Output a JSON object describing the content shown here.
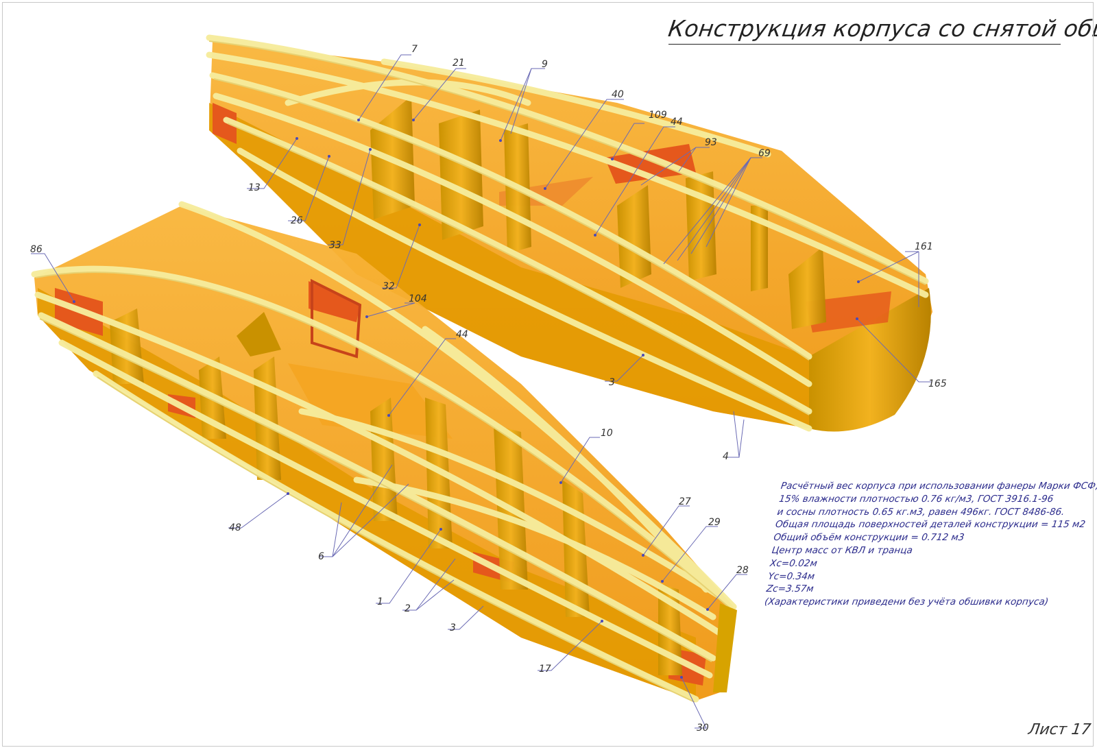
{
  "title": "Конструкция корпуса со снятой обшивкой",
  "sheet": "Лист 17",
  "notes": [
    "Расчётный вес корпуса при использовании фанеры Марки ФСФ,",
    "15% влажности плотностью 0.76 кг/м3, ГОСТ 3916.1-96",
    "и сосны плотность 0.65 кг.м3, равен 496кг. ГОСТ 8486-86.",
    "Общая площадь поверхностей деталей конструкции = 115 м2",
    "Общий объём конструкции = 0.712 м3",
    "Центр масс от КВЛ и транца",
    "Xc=0.02м",
    "Yc=0.34м",
    "Zc=3.57м",
    "(Характеристики приведени без учёта обшивки корпуса)"
  ],
  "callouts": [
    "7",
    "21",
    "9",
    "40",
    "109",
    "44",
    "93",
    "69",
    "13",
    "26",
    "33",
    "32",
    "161",
    "165",
    "3",
    "4",
    "86",
    "104",
    "44",
    "10",
    "48",
    "27",
    "29",
    "28",
    "6",
    "1",
    "2",
    "3",
    "17",
    "30"
  ],
  "colors": {
    "frame_light": "#f6ec9c",
    "frame_dark": "#d7a300",
    "panel_orange": "#f6a51a",
    "deck_red": "#e5581c",
    "leader_line": "#6a6ab4",
    "label_text": "#333333"
  }
}
